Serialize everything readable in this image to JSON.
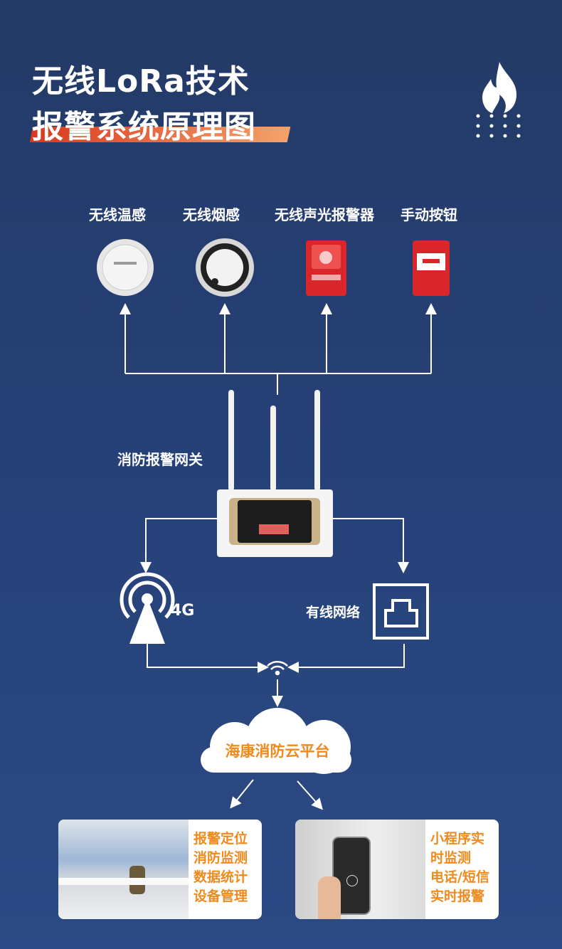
{
  "title": {
    "line1": "无线LoRa技术",
    "line2": "报警系统原理图"
  },
  "devices": [
    {
      "label": "无线温感",
      "icon": "heat-detector-icon"
    },
    {
      "label": "无线烟感",
      "icon": "smoke-detector-icon"
    },
    {
      "label": "无线声光报警器",
      "icon": "sounder-strobe-icon"
    },
    {
      "label": "手动按钮",
      "icon": "manual-call-point-icon"
    }
  ],
  "gateway": {
    "label": "消防报警网关"
  },
  "network": {
    "cellular_label": "4G",
    "wired_label": "有线网络"
  },
  "cloud": {
    "label": "海康消防云平台"
  },
  "cards": [
    {
      "lines": [
        "报警定位",
        "消防监测",
        "数据统计",
        "设备管理"
      ]
    },
    {
      "lines": [
        "小程序实",
        "时监测",
        "电话/短信",
        "实时报警"
      ]
    }
  ],
  "colors": {
    "accent": "#f08a1c",
    "background": "#27427a",
    "device_red": "#d8262a"
  }
}
